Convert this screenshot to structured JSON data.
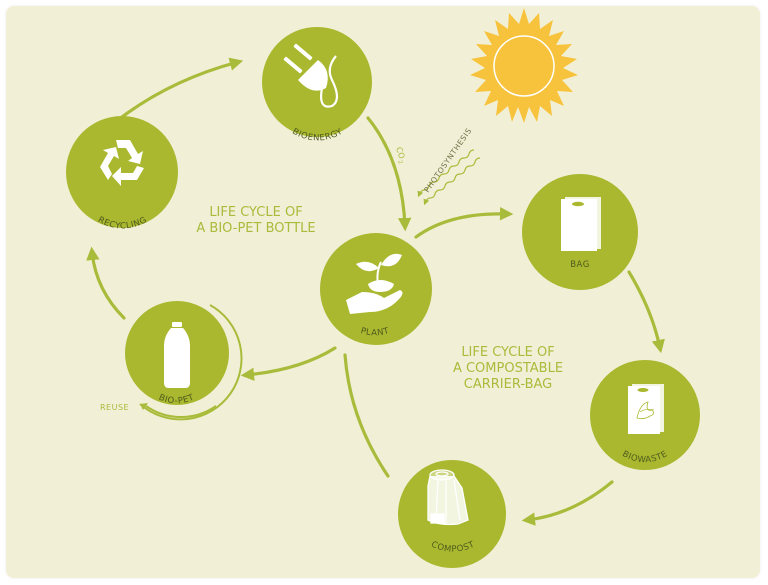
{
  "diagram": {
    "colors": {
      "background": "#f1f0d6",
      "node_fill": "#a9b82e",
      "arrow": "#a9bb3a",
      "sun": "#f7c33c",
      "icon": "#ffffff",
      "label": "#4f5a1e",
      "title": "#a9bb3a"
    },
    "titles": {
      "bottle_line1": "LIFE CYCLE OF",
      "bottle_line2": "A BIO-PET BOTTLE",
      "bag_line1": "LIFE CYCLE OF",
      "bag_line2": "A COMPOSTABLE",
      "bag_line3": "CARRIER-BAG"
    },
    "nodes": {
      "bioenergy": {
        "label": "BIOENERGY",
        "icon": "plug-icon"
      },
      "recycling": {
        "label": "RECYCLING",
        "icon": "recycle-icon"
      },
      "biopet": {
        "label": "BIO-PET",
        "icon": "bottle-icon"
      },
      "plant": {
        "label": "PLANT",
        "icon": "sprout-in-hand-icon"
      },
      "bag": {
        "label": "BAG",
        "icon": "bag-icon"
      },
      "biowaste": {
        "label": "BIOWASTE",
        "icon": "bag-with-peel-icon"
      },
      "compost": {
        "label": "COMPOST",
        "icon": "compost-bin-icon"
      }
    },
    "annotations": {
      "co2": "CO",
      "co2_sub": "2",
      "photosynthesis": "PHOTOSYNTHESIS",
      "reuse": "REUSE"
    },
    "sun": {
      "icon": "sun-icon"
    }
  }
}
